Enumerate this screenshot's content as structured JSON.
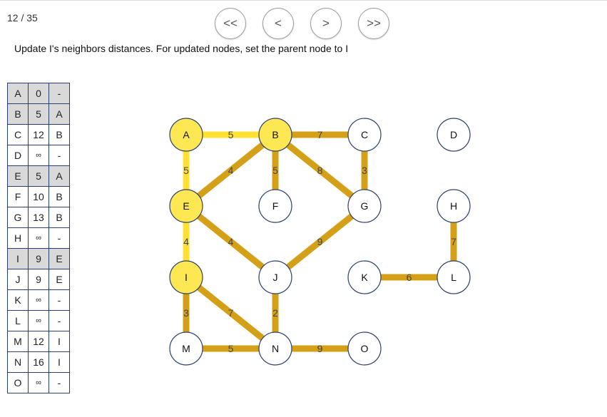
{
  "step_counter": "12 / 35",
  "nav": {
    "first": "<<",
    "prev": "<",
    "next": ">",
    "last": ">>"
  },
  "instruction": "Update I's neighbors distances. For updated nodes, set the parent node to I",
  "table_rows": [
    {
      "node": "A",
      "dist": "0",
      "parent": "-",
      "done": true
    },
    {
      "node": "B",
      "dist": "5",
      "parent": "A",
      "done": true
    },
    {
      "node": "C",
      "dist": "12",
      "parent": "B",
      "done": false
    },
    {
      "node": "D",
      "dist": "∞",
      "parent": "-",
      "done": false
    },
    {
      "node": "E",
      "dist": "5",
      "parent": "A",
      "done": true
    },
    {
      "node": "F",
      "dist": "10",
      "parent": "B",
      "done": false
    },
    {
      "node": "G",
      "dist": "13",
      "parent": "B",
      "done": false
    },
    {
      "node": "H",
      "dist": "∞",
      "parent": "-",
      "done": false
    },
    {
      "node": "I",
      "dist": "9",
      "parent": "E",
      "done": true
    },
    {
      "node": "J",
      "dist": "9",
      "parent": "E",
      "done": false
    },
    {
      "node": "K",
      "dist": "∞",
      "parent": "-",
      "done": false
    },
    {
      "node": "L",
      "dist": "∞",
      "parent": "-",
      "done": false
    },
    {
      "node": "M",
      "dist": "12",
      "parent": "I",
      "done": false
    },
    {
      "node": "N",
      "dist": "16",
      "parent": "I",
      "done": false
    },
    {
      "node": "O",
      "dist": "∞",
      "parent": "-",
      "done": false
    }
  ],
  "graph": {
    "nodes": [
      {
        "id": "A",
        "visited": true
      },
      {
        "id": "B",
        "visited": true
      },
      {
        "id": "C",
        "visited": false
      },
      {
        "id": "D",
        "visited": false
      },
      {
        "id": "E",
        "visited": true
      },
      {
        "id": "F",
        "visited": false
      },
      {
        "id": "G",
        "visited": false
      },
      {
        "id": "H",
        "visited": false
      },
      {
        "id": "I",
        "visited": true
      },
      {
        "id": "J",
        "visited": false
      },
      {
        "id": "K",
        "visited": false
      },
      {
        "id": "L",
        "visited": false
      },
      {
        "id": "M",
        "visited": false
      },
      {
        "id": "N",
        "visited": false
      },
      {
        "id": "O",
        "visited": false
      }
    ],
    "edges": [
      {
        "from": "A",
        "to": "B",
        "weight": "5",
        "in_tree": true
      },
      {
        "from": "B",
        "to": "C",
        "weight": "7",
        "in_tree": false
      },
      {
        "from": "A",
        "to": "E",
        "weight": "5",
        "in_tree": true
      },
      {
        "from": "B",
        "to": "E",
        "weight": "4",
        "in_tree": false
      },
      {
        "from": "B",
        "to": "F",
        "weight": "5",
        "in_tree": false
      },
      {
        "from": "B",
        "to": "G",
        "weight": "8",
        "in_tree": false
      },
      {
        "from": "C",
        "to": "G",
        "weight": "3",
        "in_tree": false
      },
      {
        "from": "E",
        "to": "I",
        "weight": "4",
        "in_tree": true
      },
      {
        "from": "E",
        "to": "J",
        "weight": "4",
        "in_tree": false
      },
      {
        "from": "G",
        "to": "J",
        "weight": "9",
        "in_tree": false
      },
      {
        "from": "H",
        "to": "L",
        "weight": "7",
        "in_tree": false
      },
      {
        "from": "K",
        "to": "L",
        "weight": "6",
        "in_tree": false
      },
      {
        "from": "I",
        "to": "M",
        "weight": "3",
        "in_tree": false
      },
      {
        "from": "I",
        "to": "N",
        "weight": "7",
        "in_tree": false
      },
      {
        "from": "J",
        "to": "N",
        "weight": "2",
        "in_tree": false
      },
      {
        "from": "M",
        "to": "N",
        "weight": "5",
        "in_tree": false
      },
      {
        "from": "N",
        "to": "O",
        "weight": "9",
        "in_tree": false
      }
    ]
  },
  "colors": {
    "tree_edge": "#ffe033",
    "normal_edge": "#d4a017",
    "visited_fill": "#fde854",
    "node_fill": "#ffffff",
    "node_stroke": "#2a3f6e",
    "done_row": "#d9d9d9"
  }
}
